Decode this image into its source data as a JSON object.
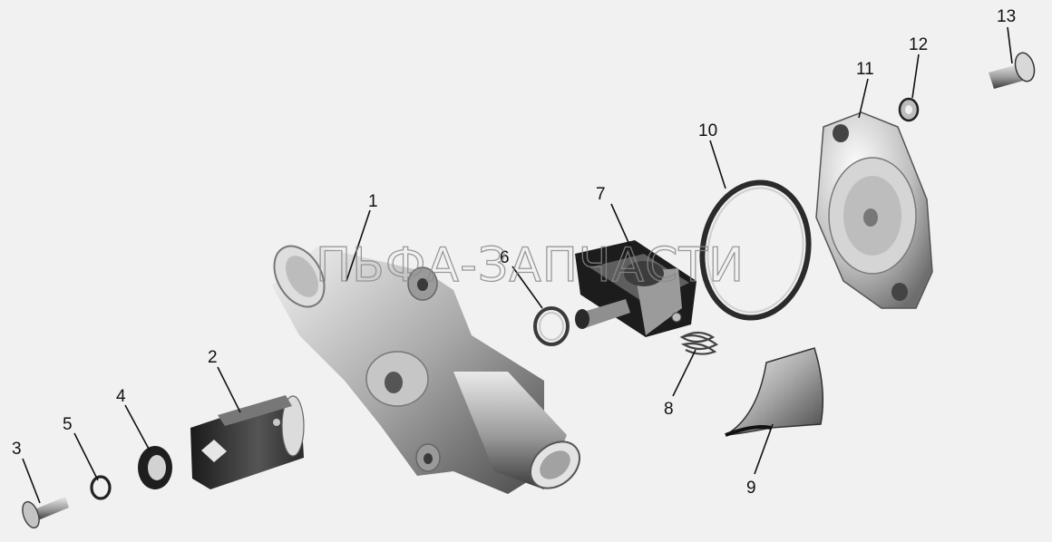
{
  "watermark": "ПЬФА-ЗАПЧАСТИ",
  "colors": {
    "background": "#f1f1f1",
    "part_dark": "#222222",
    "part_mid": "#8c8c8c",
    "part_light": "#dcdcdc",
    "leader": "#111111"
  },
  "callouts": {
    "p1": "1",
    "p2": "2",
    "p3": "3",
    "p4": "4",
    "p5": "5",
    "p6": "6",
    "p7": "7",
    "p8": "8",
    "p9": "9",
    "p10": "10",
    "p11": "11",
    "p12": "12",
    "p13": "13"
  }
}
